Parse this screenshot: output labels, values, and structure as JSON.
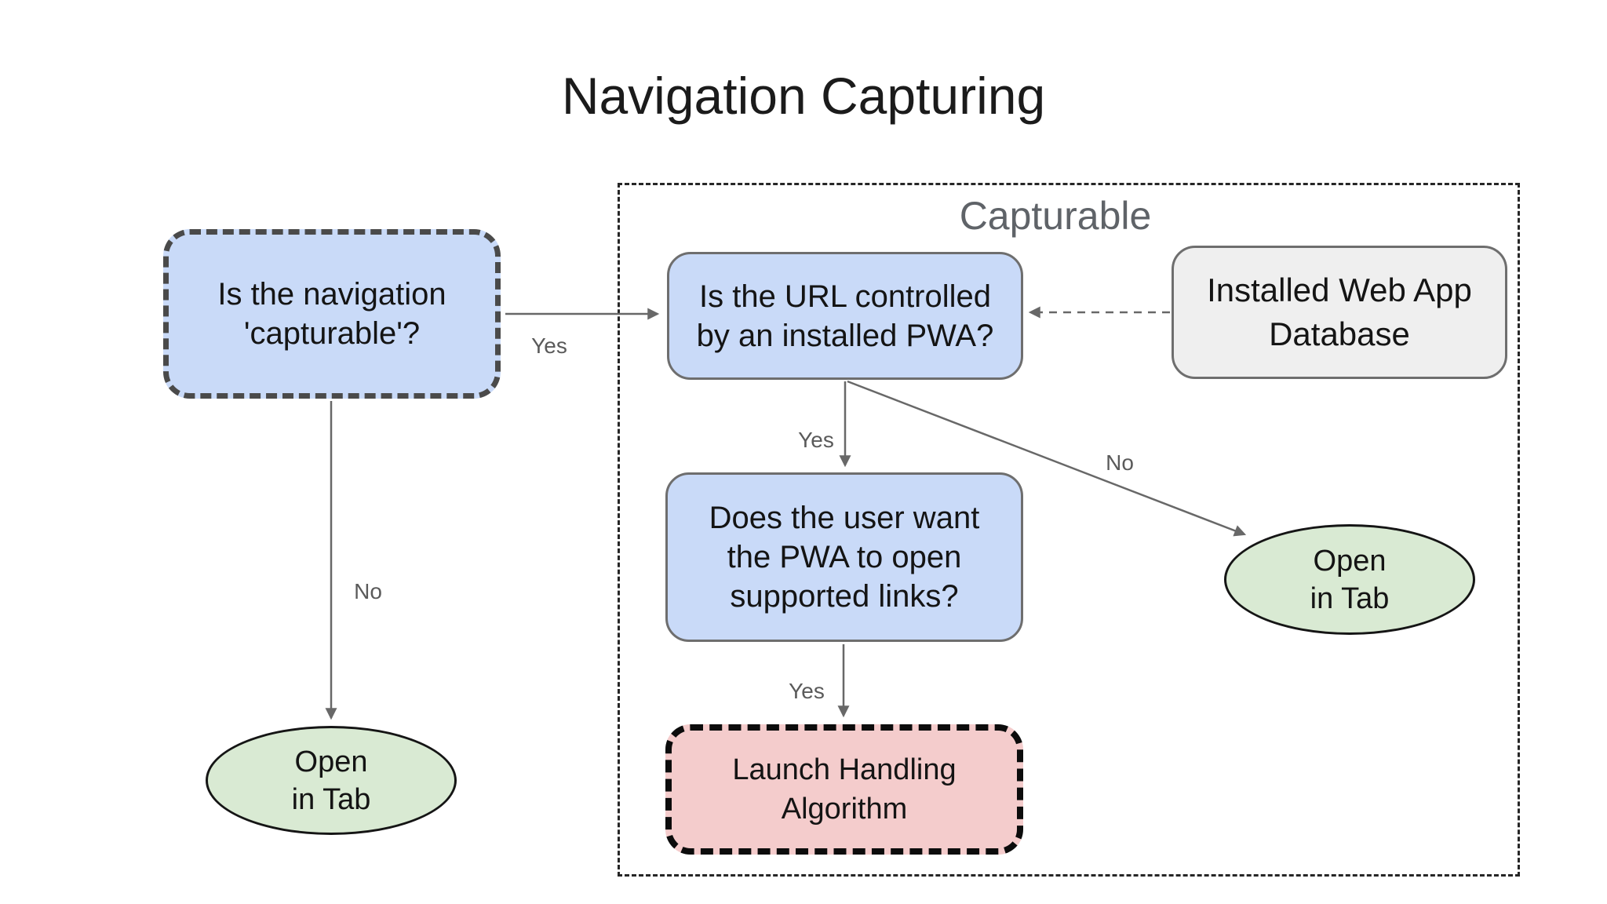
{
  "title": "Navigation Capturing",
  "palette": {
    "blue": "#c9daf8",
    "green": "#d9ead3",
    "pink": "#f4cccc",
    "gray": "#efefef",
    "arrow": "#686868",
    "label_gray": "#5f6368"
  },
  "diagram": {
    "container_label": "Capturable",
    "nodes": [
      {
        "id": "q-capturable",
        "type": "decision-dashed",
        "label": "Is the navigation\n'capturable'?"
      },
      {
        "id": "q-url-controlled",
        "type": "decision",
        "label": "Is the URL controlled\nby an installed PWA?"
      },
      {
        "id": "installed-db",
        "type": "data-store",
        "label": "Installed Web App\nDatabase"
      },
      {
        "id": "q-user-want",
        "type": "decision",
        "label": "Does the user want\nthe PWA to open\nsupported links?"
      },
      {
        "id": "launch-handling",
        "type": "process-dashed",
        "label": "Launch Handling\nAlgorithm"
      },
      {
        "id": "open-in-tab-left",
        "type": "terminal",
        "label": "Open\nin Tab"
      },
      {
        "id": "open-in-tab-right",
        "type": "terminal",
        "label": "Open\nin Tab"
      }
    ],
    "edges": [
      {
        "from": "q-capturable",
        "to": "q-url-controlled",
        "label": "Yes",
        "style": "solid"
      },
      {
        "from": "q-capturable",
        "to": "open-in-tab-left",
        "label": "No",
        "style": "solid"
      },
      {
        "from": "q-url-controlled",
        "to": "q-user-want",
        "label": "Yes",
        "style": "solid"
      },
      {
        "from": "q-url-controlled",
        "to": "open-in-tab-right",
        "label": "No",
        "style": "solid"
      },
      {
        "from": "q-user-want",
        "to": "launch-handling",
        "label": "Yes",
        "style": "solid"
      },
      {
        "from": "installed-db",
        "to": "q-url-controlled",
        "label": "",
        "style": "dashed"
      }
    ]
  }
}
